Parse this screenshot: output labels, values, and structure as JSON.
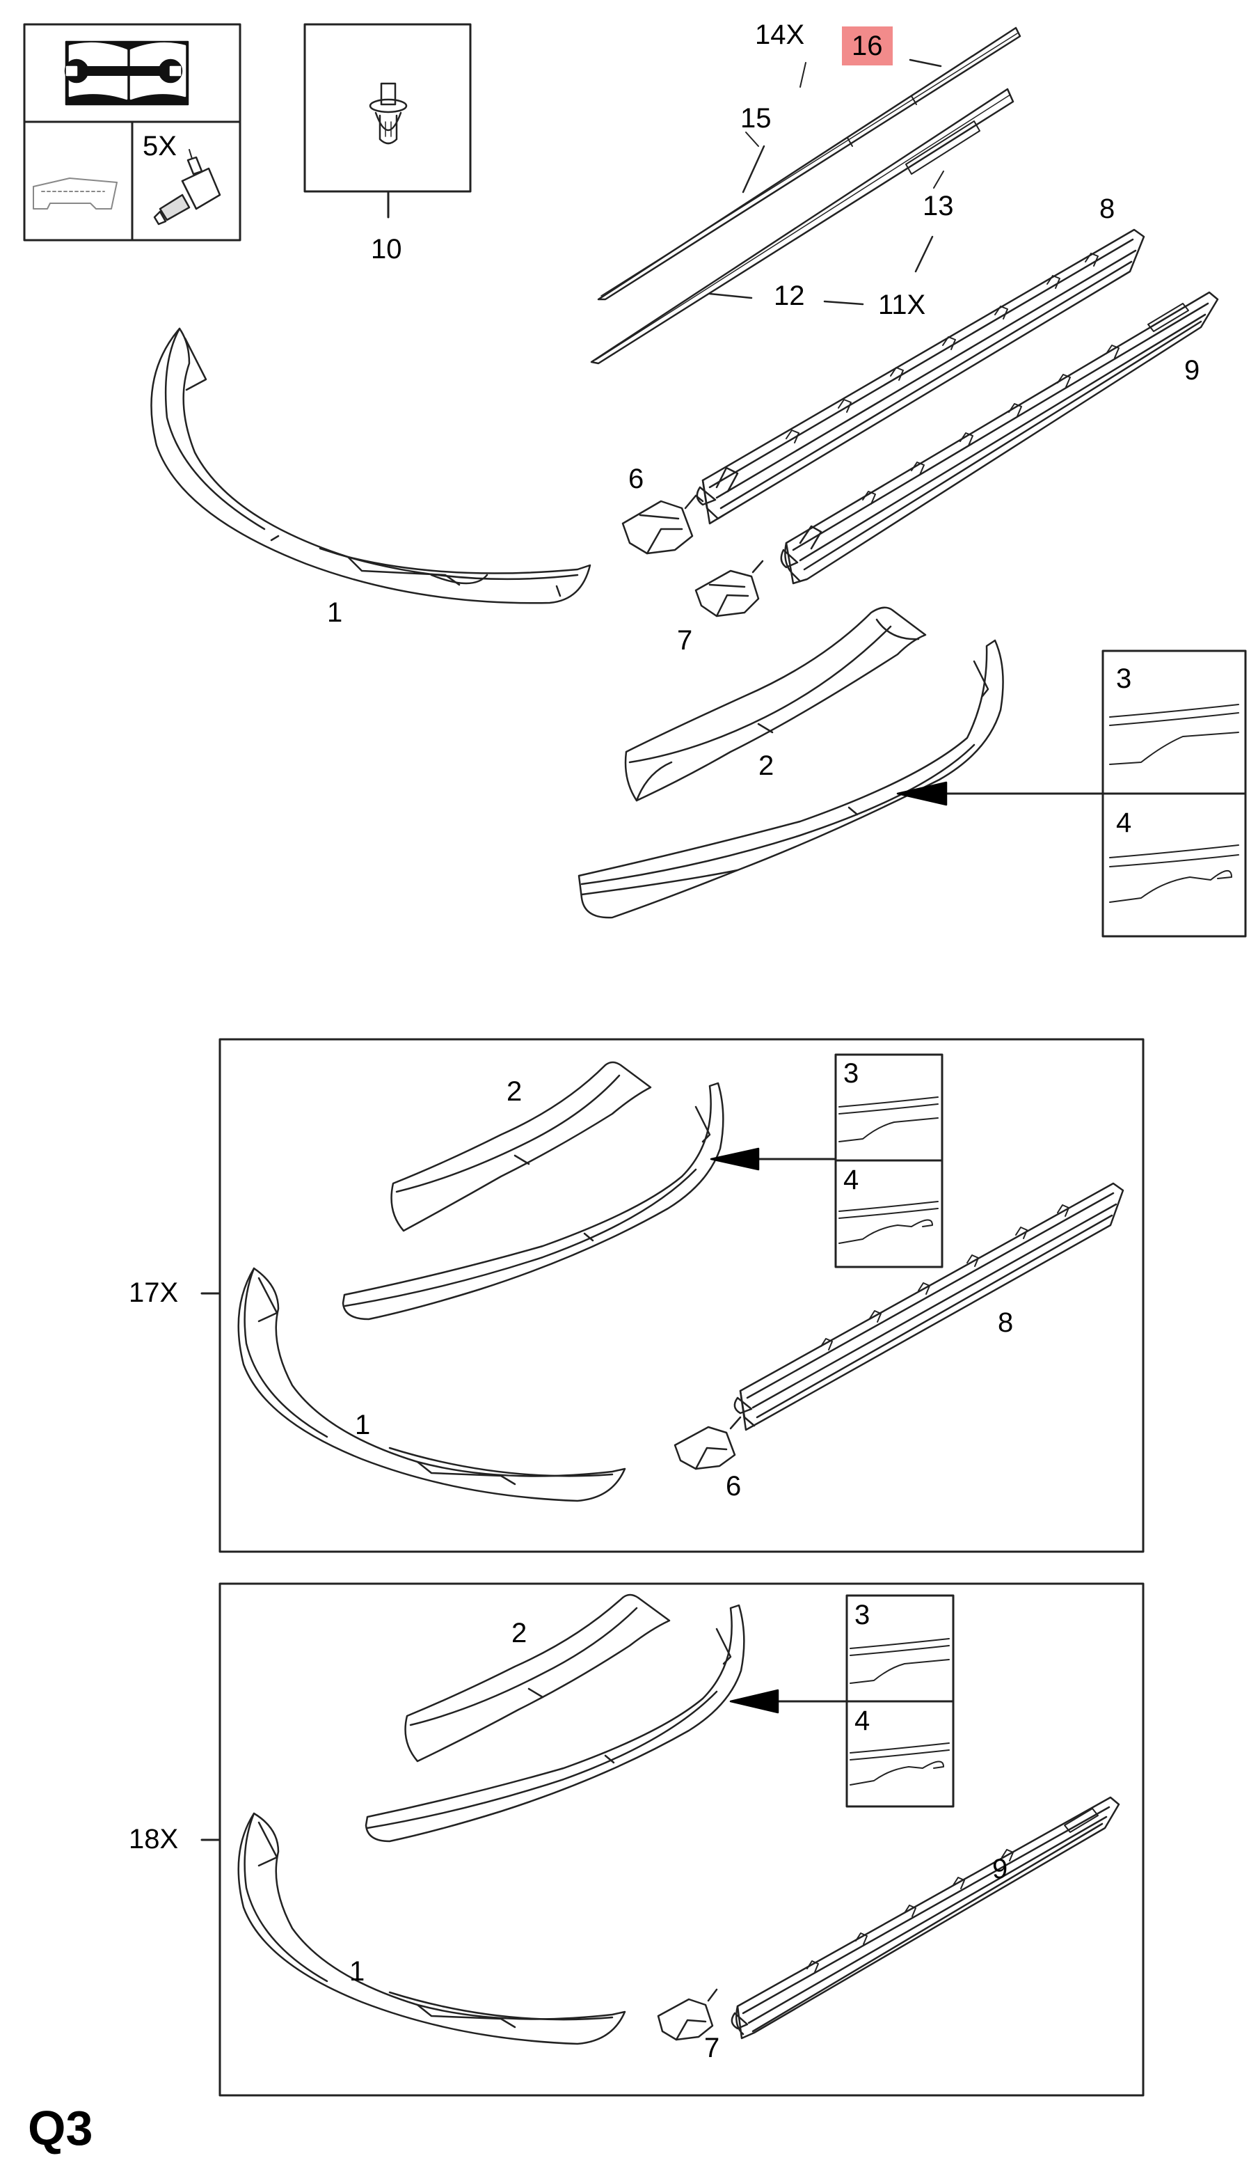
{
  "callouts": {
    "top": {
      "qty_5x": "5X",
      "part_10": "10",
      "qty_14x": "14X",
      "part_16": "16",
      "part_15": "15",
      "part_13": "13",
      "part_12": "12",
      "qty_11x": "11X",
      "part_8": "8",
      "part_9": "9",
      "part_6": "6",
      "part_7": "7",
      "part_1": "1",
      "part_2": "2",
      "detail_3": "3",
      "detail_4": "4"
    },
    "kit_17x": {
      "kit_label": "17X",
      "part_2": "2",
      "part_1": "1",
      "part_8": "8",
      "part_6": "6",
      "detail_3": "3",
      "detail_4": "4"
    },
    "kit_18x": {
      "kit_label": "18X",
      "part_2": "2",
      "part_1": "1",
      "part_9": "9",
      "part_7": "7",
      "detail_3": "3",
      "detail_4": "4"
    }
  },
  "page_code": "Q3",
  "highlight_color": "#f28b8b",
  "icons": [
    "repair-manual-icon",
    "oil-pan-icon",
    "adhesive-bottle-icon",
    "clip-fastener-icon"
  ]
}
